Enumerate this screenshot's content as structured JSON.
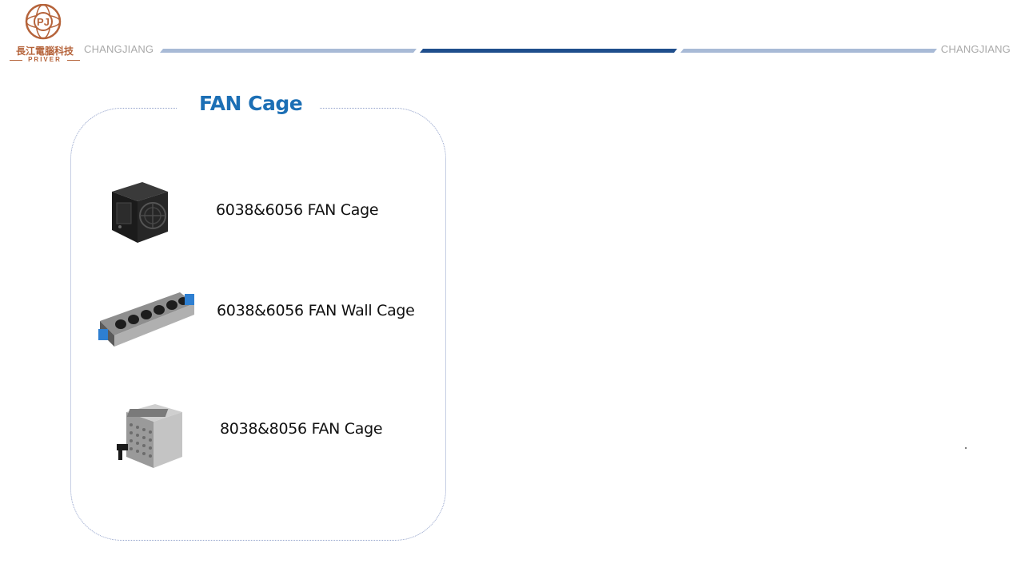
{
  "header": {
    "logo_chinese": "長江電腦科技",
    "logo_subtitle": "PRIVER",
    "logo_monogram": "PJ",
    "brand_left": "CHANGJIANG",
    "brand_right": "CHANGJIANG",
    "colors": {
      "logo": "#b5633a",
      "bar_light": "#a8bad6",
      "bar_dark": "#1f4e8c"
    }
  },
  "card": {
    "title": "FAN Cage",
    "title_color": "#1c6fb5",
    "items": [
      {
        "label": "6038&6056 FAN Cage",
        "image": "fan-cage-black-icon"
      },
      {
        "label": "6038&6056 FAN Wall Cage",
        "image": "fan-wall-cage-icon"
      },
      {
        "label": "8038&8056 FAN Cage",
        "image": "fan-cage-metal-icon"
      }
    ]
  }
}
